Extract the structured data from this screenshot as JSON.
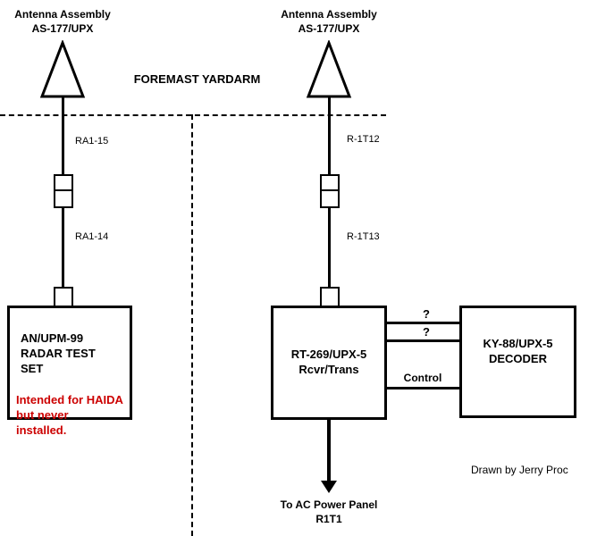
{
  "colors": {
    "line": "#000000",
    "note_red": "#cc0000"
  },
  "yardarm_label": "FOREMAST YARDARM",
  "antennas": {
    "left": {
      "label": "Antenna Assembly\nAS-177/UPX",
      "cable_top": "RA1-15",
      "cable_bottom": "RA1-14"
    },
    "right": {
      "label": "Antenna Assembly\nAS-177/UPX",
      "cable_top": "R-1T12",
      "cable_bottom": "R-1T13"
    }
  },
  "boxes": {
    "radar_test_set": {
      "title": "AN/UPM-99\nRADAR TEST\nSET",
      "note": "Intended for HAIDA\nbut never\ninstalled."
    },
    "transceiver": {
      "title": "RT-269/UPX-5\nRcvr/Trans"
    },
    "decoder": {
      "title": "KY-88/UPX-5\nDECODER"
    }
  },
  "connections": {
    "q1": "?",
    "q2": "?",
    "control": "Control"
  },
  "power": {
    "label": "To AC Power Panel\nR1T1"
  },
  "credit": "Drawn by Jerry Proc"
}
